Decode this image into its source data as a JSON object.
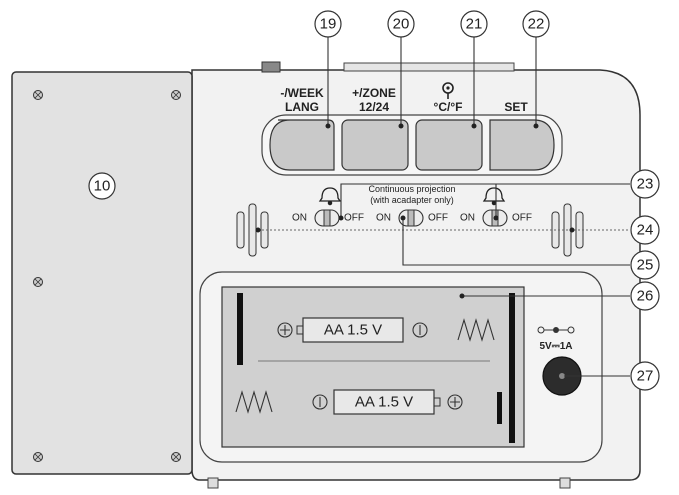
{
  "callouts": {
    "c10": "10",
    "c19": "19",
    "c20": "20",
    "c21": "21",
    "c22": "22",
    "c23": "23",
    "c24": "24",
    "c25": "25",
    "c26": "26",
    "c27": "27"
  },
  "buttons": {
    "b1_line1": "-/WEEK",
    "b1_line2": "LANG",
    "b2_line1": "+/ZONE",
    "b2_line2": "12/24",
    "b3_line2": "°C/°F",
    "b4_line2": "SET"
  },
  "switches": {
    "projection_line1": "Continuous projection",
    "projection_line2": "(with acadapter only)",
    "on": "ON",
    "off": "OFF"
  },
  "battery": {
    "label": "AA 1.5 V"
  },
  "power": {
    "rating": "5V⎓1A"
  }
}
